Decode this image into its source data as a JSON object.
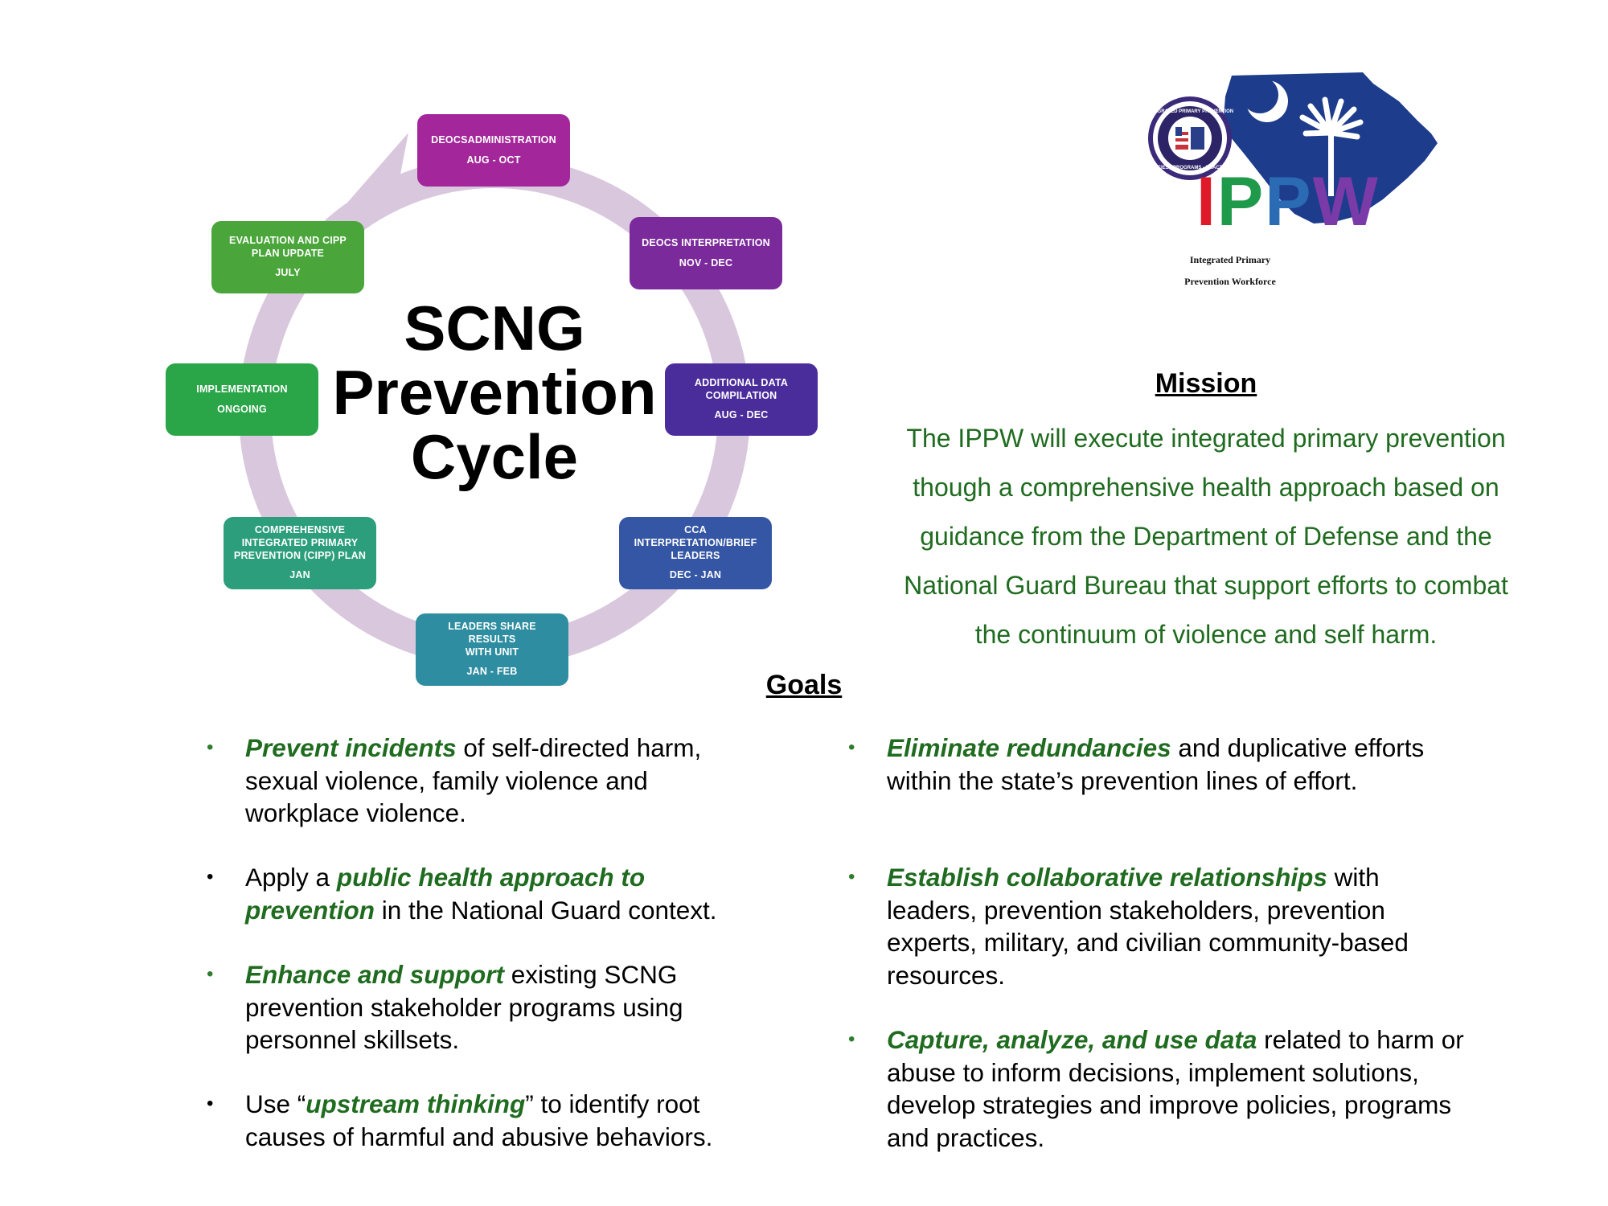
{
  "cycle": {
    "title": "SCNG\nPrevention\nCycle",
    "ring_color": "#d9c8dd",
    "stages": [
      {
        "title": "DEOCSADMINISTRATION",
        "when": "AUG - OCT",
        "color": "#a3279a"
      },
      {
        "title": "DEOCS INTERPRETATION",
        "when": "NOV - DEC",
        "color": "#7b2a9c"
      },
      {
        "title": "ADDITIONAL DATA\nCOMPILATION",
        "when": "AUG - DEC",
        "color": "#4a2c9b"
      },
      {
        "title": "CCA\nINTERPRETATION/BRIEF\nLEADERS",
        "when": "DEC - JAN",
        "color": "#3556a4"
      },
      {
        "title": "LEADERS SHARE RESULTS\nWITH UNIT",
        "when": "JAN - FEB",
        "color": "#2e8da0"
      },
      {
        "title": "COMPREHENSIVE\nINTEGRATED PRIMARY\nPREVENTION (CIPP) PLAN",
        "when": "JAN",
        "color": "#2c9e7c"
      },
      {
        "title": "IMPLEMENTATION",
        "when": "ONGOING",
        "color": "#2aa548"
      },
      {
        "title": "EVALUATION AND CIPP\nPLAN UPDATE",
        "when": "JULY",
        "color": "#4aa53a"
      }
    ]
  },
  "logo": {
    "wordmark": [
      "I",
      "P",
      "P",
      "W"
    ],
    "wordmark_colors": [
      "#e0192a",
      "#1f9a4b",
      "#2a6bb4",
      "#7a3aa8"
    ],
    "state_color": "#1d3c8c",
    "seal_ring_text": "INTEGRATED PRIMARY PREVENTION",
    "seal_lower_text": "POLICIES · PROGRAMS · PRACTICES",
    "caption_line1": "Integrated Primary",
    "caption_line2": "Prevention Workforce"
  },
  "mission": {
    "heading": "Mission",
    "lines": [
      "The IPPW will execute integrated primary prevention",
      "though a comprehensive health approach based on",
      "guidance from the Department of Defense and the",
      "National Guard Bureau that support efforts to combat",
      "the continuum of violence and self harm."
    ]
  },
  "goals": {
    "heading": "Goals",
    "bullet_char": "•",
    "left": [
      {
        "pre": "",
        "em": "Prevent incidents",
        "post": " of self-directed harm, sexual violence, family violence and workplace violence.",
        "bullet_green": true
      },
      {
        "pre": "Apply a ",
        "em": "public health approach to prevention",
        "post": " in the National Guard context.",
        "bullet_green": false
      },
      {
        "pre": "",
        "em": "Enhance and support",
        "post": " existing SCNG prevention stakeholder programs using personnel skillsets.",
        "bullet_green": true
      },
      {
        "pre": "Use “",
        "em": "upstream thinking",
        "post": "” to identify root causes of harmful and abusive behaviors.",
        "bullet_green": false
      }
    ],
    "right": [
      {
        "pre": "",
        "em": "Eliminate redundancies",
        "post": " and duplicative efforts within the state’s prevention lines of effort.",
        "bullet_green": true
      },
      {
        "pre": "",
        "em": "Establish collaborative relationships",
        "post": " with leaders, prevention stakeholders, prevention experts, military, and civilian community-based resources.",
        "bullet_green": true
      },
      {
        "pre": "",
        "em": "Capture, analyze, and use data",
        "post": " related to harm or abuse to inform decisions, implement solutions, develop strategies and improve policies, programs and practices.",
        "bullet_green": true
      }
    ]
  }
}
